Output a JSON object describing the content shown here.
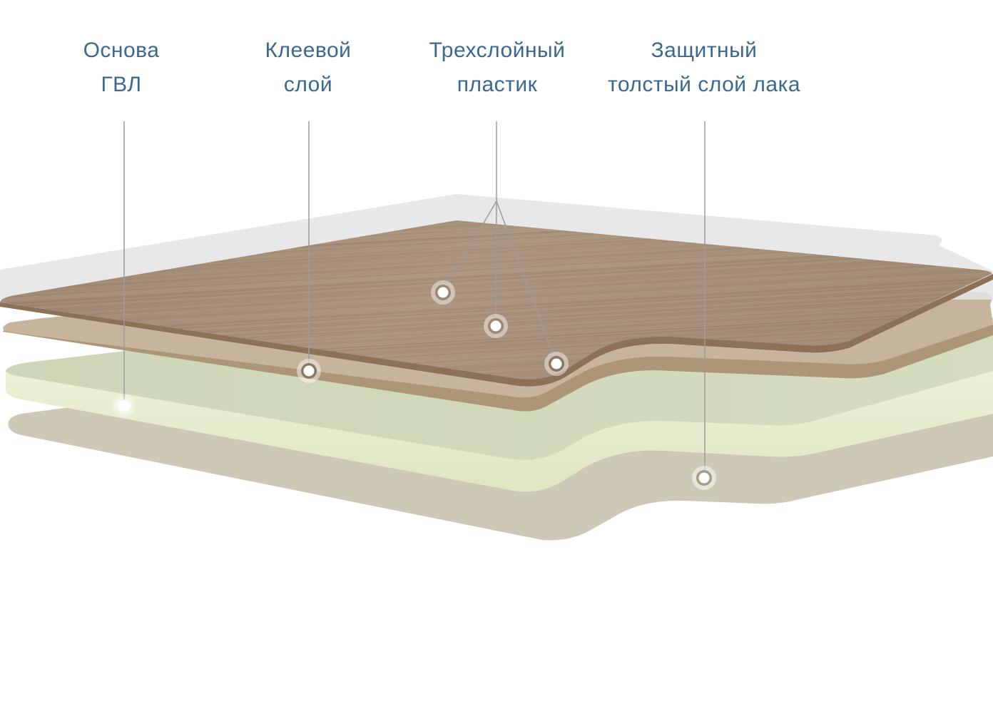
{
  "colors": {
    "label_text": "#3c6890",
    "leader_line": "#9a9a9a",
    "marker_fill": "#ffffff",
    "lacquer_layer": "#e6e6e6",
    "wood_top": "#a48e79",
    "wood_edge": "#8e725a",
    "glue_top": "#c7b59d",
    "glue_edge": "#ad9676",
    "gvl_top": "#cfd6bb",
    "gvl_edge": "#e4ebc9",
    "bottom_layer": "#cfc9b8"
  },
  "labels": {
    "base": {
      "line1": "Основа",
      "line2": "ГВЛ"
    },
    "glue": {
      "line1": "Клеевой",
      "line2": "слой"
    },
    "plastic": {
      "line1": "Трехслойный",
      "line2": "пластик"
    },
    "lacquer": {
      "line1": "Защитный",
      "line2": "толстый слой лака"
    }
  }
}
